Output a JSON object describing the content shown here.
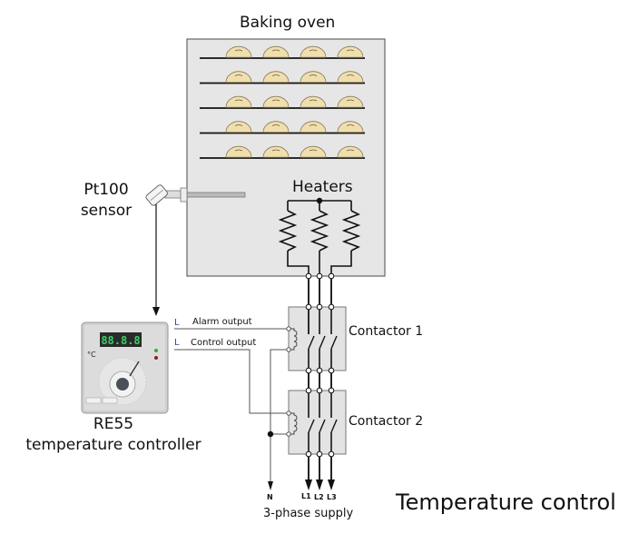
{
  "title": "Baking oven",
  "labels": {
    "heaters": "Heaters",
    "sensor_line1": "Pt100",
    "sensor_line2": "sensor",
    "alarm_output": "Alarm output",
    "control_output": "Control output",
    "alarm_L": "L",
    "control_L": "L",
    "contactor1": "Contactor 1",
    "contactor2": "Contactor 2",
    "controller_line1": "RE55",
    "controller_line2": "temperature controller",
    "neutral": "N",
    "phase1": "L1",
    "phase2": "L2",
    "phase3": "L3",
    "supply": "3-phase supply",
    "diagram_title": "Temperature control"
  },
  "oven": {
    "shelves": 5,
    "loaves_per_shelf": 4
  },
  "controller_display": "88.8.8",
  "controller_unit": "°C",
  "colors": {
    "oven_fill": "#e6e6e6",
    "bread_fill": "#f0dfae",
    "line": "#111111",
    "panel_fill": "#e3e3e3",
    "display_green": "#36d16a"
  }
}
